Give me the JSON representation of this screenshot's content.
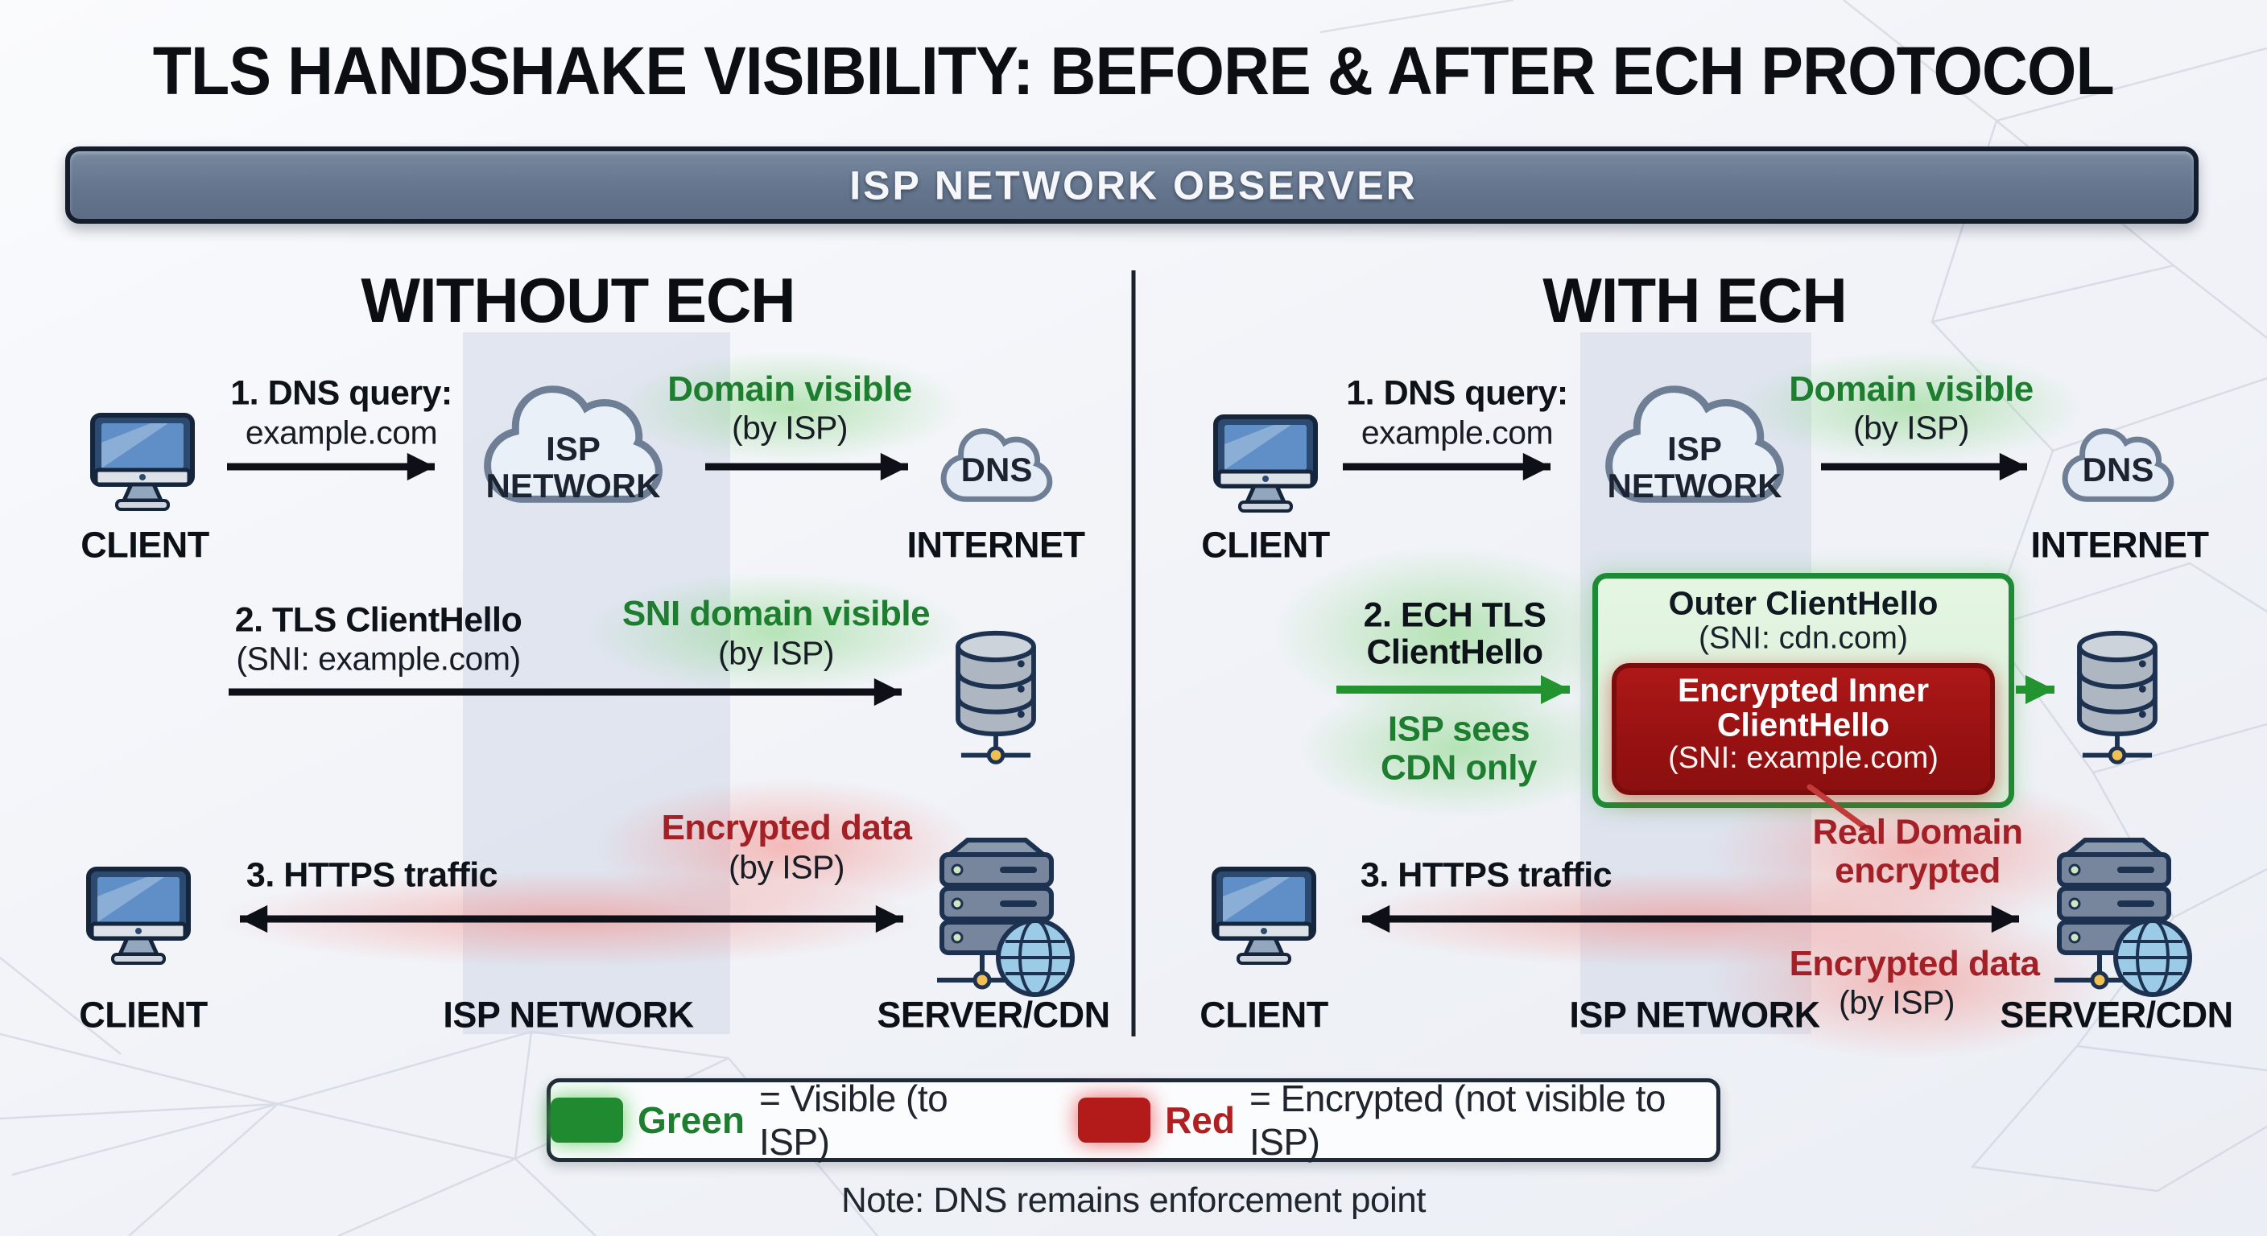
{
  "title": "TLS HANDSHAKE VISIBILITY: BEFORE & AFTER ECH PROTOCOL",
  "banner": "ISP NETWORK OBSERVER",
  "colors": {
    "visible_green": "#1e7e2f",
    "encrypted_red": "#a31515",
    "banner_fill": "#64758d"
  },
  "left": {
    "header": "WITHOUT ECH",
    "row1": {
      "client": "CLIENT",
      "step": "1. DNS query:",
      "domain": "example.com",
      "status": "Domain visible",
      "status_sub": "(by ISP)",
      "cloud_line1": "ISP",
      "cloud_line2": "NETWORK",
      "dns": "DNS",
      "internet": "INTERNET"
    },
    "row2": {
      "step": "2. TLS ClientHello",
      "sni": "(SNI: example.com)",
      "status": "SNI domain visible",
      "status_sub": "(by ISP)"
    },
    "row3": {
      "step": "3. HTTPS traffic",
      "status": "Encrypted data",
      "status_sub": "(by ISP)",
      "client": "CLIENT",
      "network": "ISP NETWORK",
      "server": "SERVER/CDN"
    }
  },
  "right": {
    "header": "WITH ECH",
    "row1": {
      "client": "CLIENT",
      "step": "1. DNS query:",
      "domain": "example.com",
      "status": "Domain visible",
      "status_sub": "(by ISP)",
      "cloud_line1": "ISP",
      "cloud_line2": "NETWORK",
      "dns": "DNS",
      "internet": "INTERNET"
    },
    "row2": {
      "step_line1": "2. ECH TLS",
      "step_line2": "ClientHello",
      "sees_line1": "ISP sees",
      "sees_line2": "CDN only",
      "outer_title": "Outer ClientHello",
      "outer_sni": "(SNI: cdn.com)",
      "inner_line1": "Encrypted Inner",
      "inner_line2": "ClientHello",
      "inner_sni": "(SNI: example.com)",
      "callout_line1": "Real Domain",
      "callout_line2": "encrypted"
    },
    "row3": {
      "step": "3. HTTPS traffic",
      "status": "Encrypted data",
      "status_sub": "(by ISP)",
      "client": "CLIENT",
      "network": "ISP NETWORK",
      "server": "SERVER/CDN"
    }
  },
  "legend": {
    "green_label": "Green",
    "green_desc": "= Visible (to ISP)",
    "red_label": "Red",
    "red_desc": "= Encrypted (not visible to ISP)"
  },
  "note": "Note: DNS remains enforcement point"
}
